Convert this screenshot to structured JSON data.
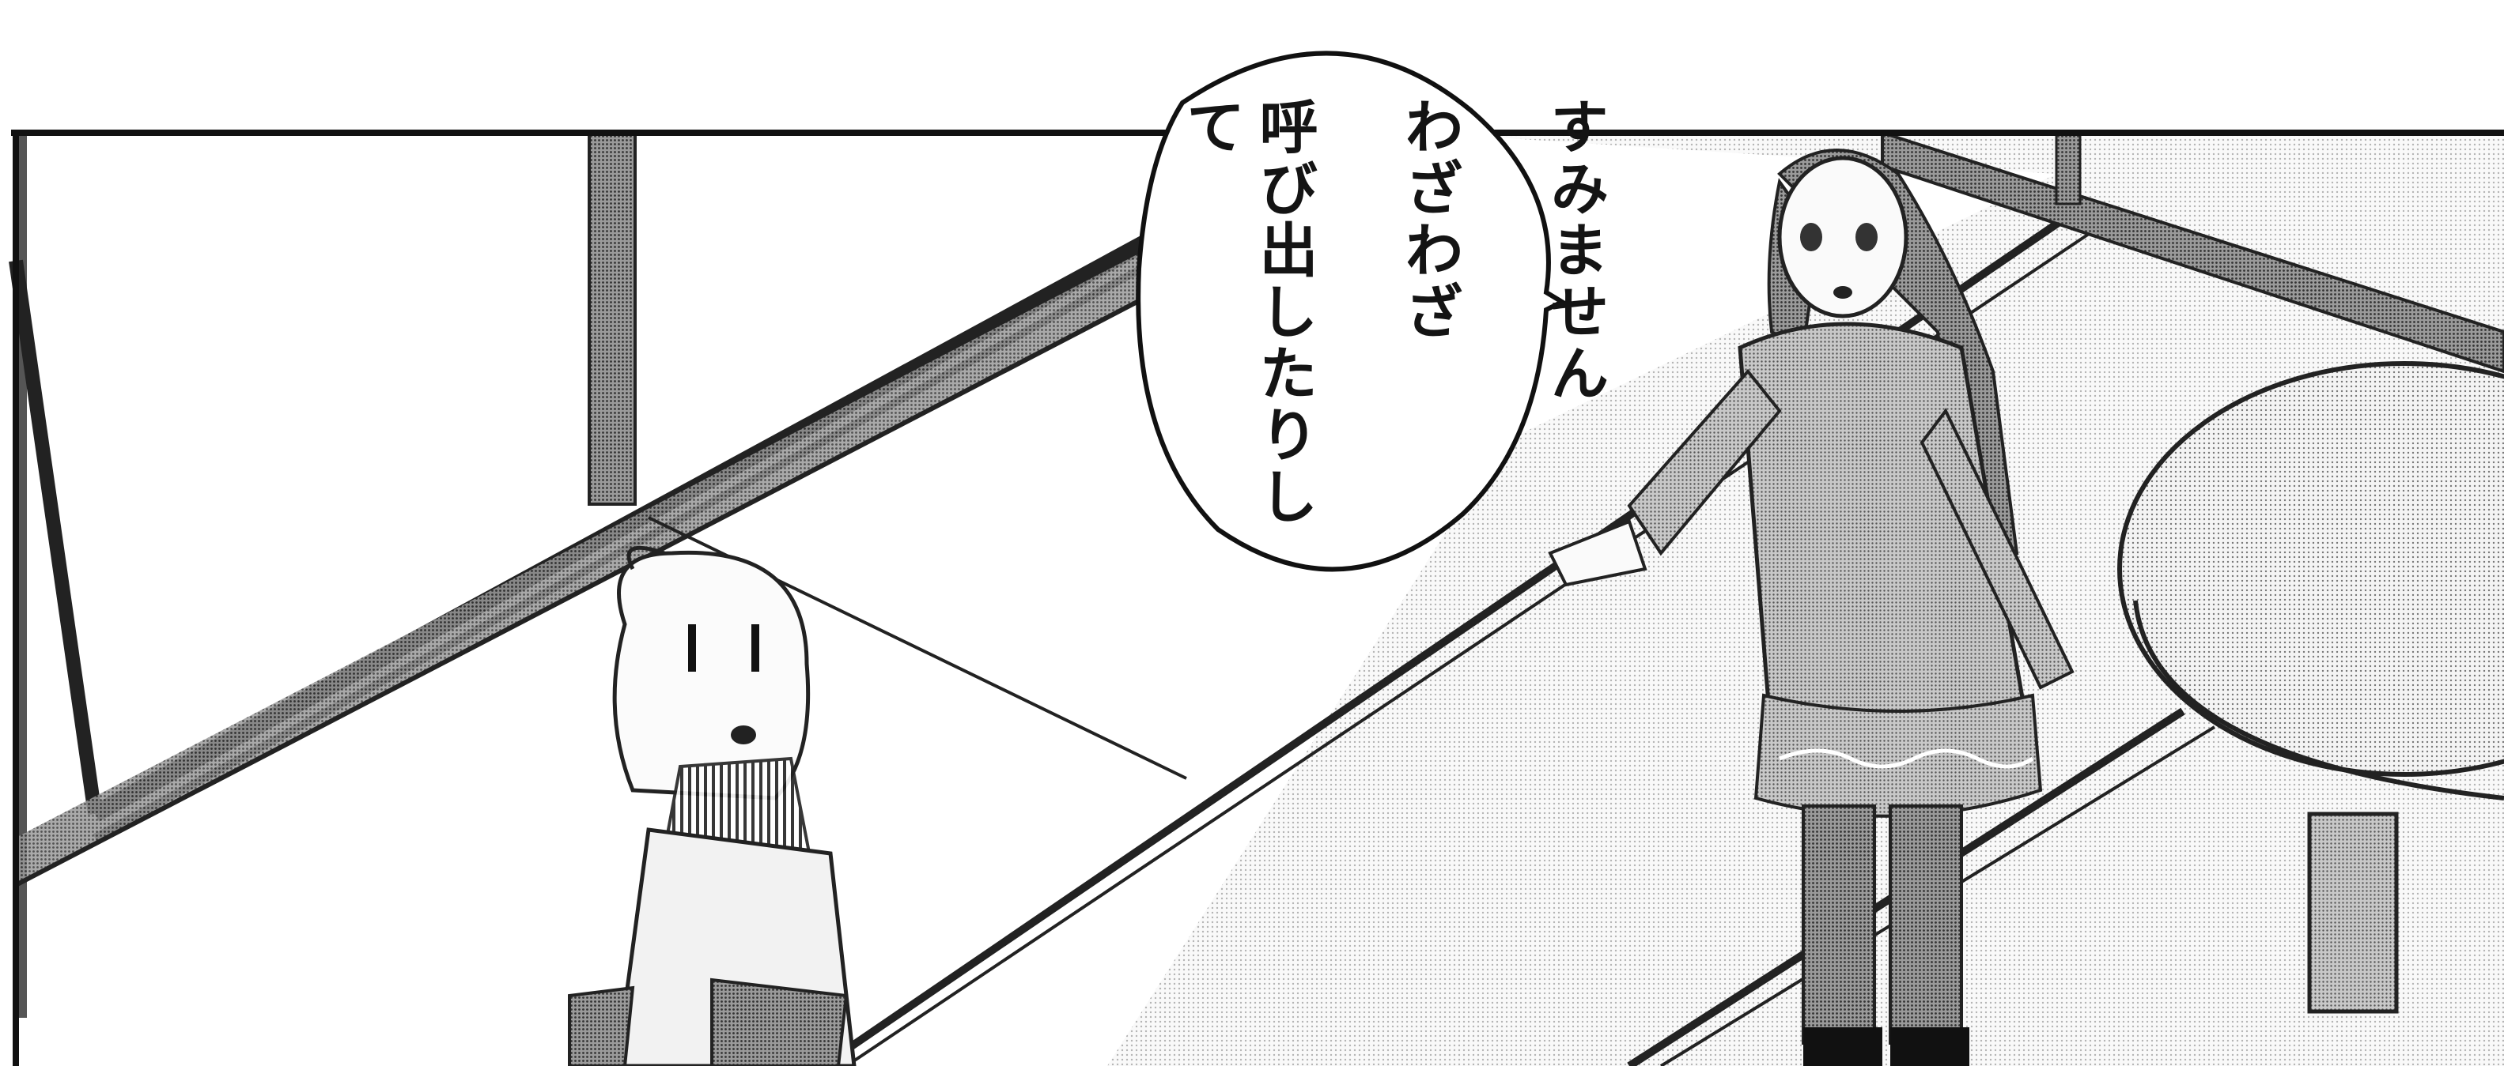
{
  "panel": {
    "type": "manga-panel",
    "style": "black-and-white screentone"
  },
  "speech_bubble": {
    "lines": [
      "すみません",
      "わざわざ",
      "呼び出したりして"
    ]
  },
  "characters": [
    {
      "name": "short-haired-girl",
      "pose": "looking up, bag on shoulder"
    },
    {
      "name": "long-haired-girl",
      "pose": "standing, hand on window frame"
    }
  ],
  "colors": {
    "ink": "#141414",
    "paper": "#ffffff",
    "tone": "#8a8a8a"
  }
}
